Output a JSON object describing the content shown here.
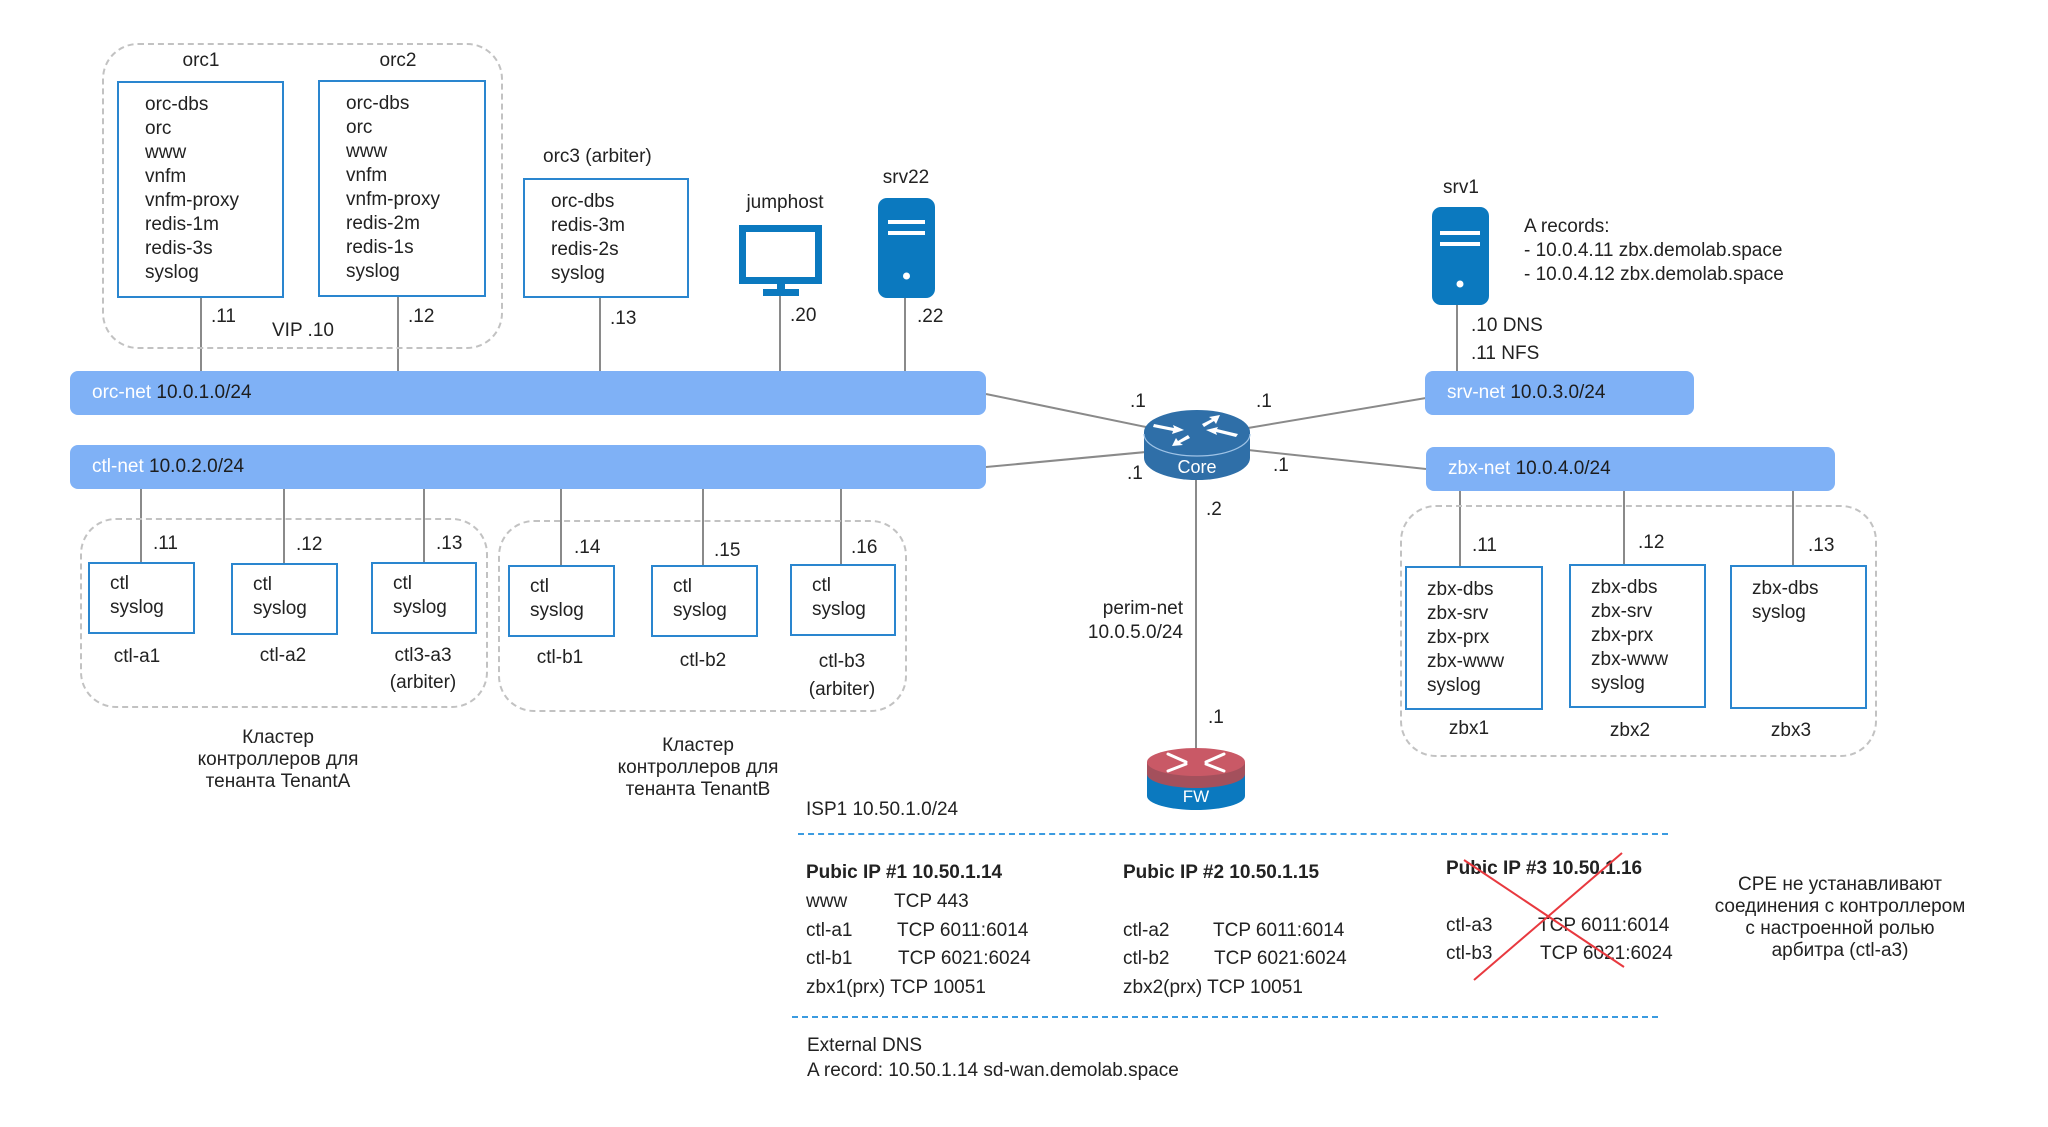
{
  "networks": {
    "orc_net": {
      "name": "orc-net",
      "cidr": "10.0.1.0/24"
    },
    "ctl_net": {
      "name": "ctl-net",
      "cidr": "10.0.2.0/24"
    },
    "srv_net": {
      "name": "srv-net",
      "cidr": "10.0.3.0/24"
    },
    "zbx_net": {
      "name": "zbx-net",
      "cidr": "10.0.4.0/24"
    },
    "perim_net": {
      "name": "perim-net",
      "cidr": "10.0.5.0/24"
    }
  },
  "orc_cluster": {
    "vip": "VIP .10",
    "nodes": [
      {
        "name": "orc1",
        "ip": ".11",
        "services": [
          "orc-dbs",
          "orc",
          "www",
          "vnfm",
          "vnfm-proxy",
          "redis-1m",
          "redis-3s",
          "syslog"
        ]
      },
      {
        "name": "orc2",
        "ip": ".12",
        "services": [
          "orc-dbs",
          "orc",
          "www",
          "vnfm",
          "vnfm-proxy",
          "redis-2m",
          "redis-1s",
          "syslog"
        ]
      }
    ]
  },
  "orc3": {
    "name": "orc3 (arbiter)",
    "ip": ".13",
    "services": [
      "orc-dbs",
      "redis-3m",
      "redis-2s",
      "syslog"
    ]
  },
  "jumphost": {
    "name": "jumphost",
    "ip": ".20",
    "icon": "monitor-icon"
  },
  "srv22": {
    "name": "srv22",
    "ip": ".22",
    "icon": "server-icon"
  },
  "srv1": {
    "name": "srv1",
    "icon": "server-icon",
    "ips": [
      ".10 DNS",
      ".11 NFS"
    ],
    "a_records_title": "A records:",
    "a_records": [
      " - 10.0.4.11 zbx.demolab.space",
      " - 10.0.4.12 zbx.demolab.space"
    ]
  },
  "core": {
    "name": "Core",
    "icon": "router-icon",
    "ip_orc": ".1",
    "ip_ctl": ".1",
    "ip_srv": ".1",
    "ip_zbx": ".1",
    "ip_perim": ".2"
  },
  "fw": {
    "name": "FW",
    "icon": "firewall-icon",
    "ip": ".1"
  },
  "ctl_cluster_a": {
    "caption": [
      "Кластер",
      "контроллеров для",
      "тенанта TenantA"
    ],
    "nodes": [
      {
        "ip": ".11",
        "services": [
          "ctl",
          "syslog"
        ],
        "label": [
          "ctl-a1"
        ]
      },
      {
        "ip": ".12",
        "services": [
          "ctl",
          "syslog"
        ],
        "label": [
          "ctl-a2"
        ]
      },
      {
        "ip": ".13",
        "services": [
          "ctl",
          "syslog"
        ],
        "label": [
          "ctl3-a3",
          "(arbiter)"
        ]
      }
    ]
  },
  "ctl_cluster_b": {
    "caption": [
      "Кластер",
      "контроллеров для",
      "тенанта TenantB"
    ],
    "nodes": [
      {
        "ip": ".14",
        "services": [
          "ctl",
          "syslog"
        ],
        "label": [
          "ctl-b1"
        ]
      },
      {
        "ip": ".15",
        "services": [
          "ctl",
          "syslog"
        ],
        "label": [
          "ctl-b2"
        ]
      },
      {
        "ip": ".16",
        "services": [
          "ctl",
          "syslog"
        ],
        "label": [
          "ctl-b3",
          "(arbiter)"
        ]
      }
    ]
  },
  "zbx_cluster": {
    "nodes": [
      {
        "name": "zbx1",
        "ip": ".11",
        "services": [
          "zbx-dbs",
          "zbx-srv",
          "zbx-prx",
          "zbx-www",
          "syslog"
        ]
      },
      {
        "name": "zbx2",
        "ip": ".12",
        "services": [
          "zbx-dbs",
          "zbx-srv",
          "zbx-prx",
          "zbx-www",
          "syslog"
        ]
      },
      {
        "name": "zbx3",
        "ip": ".13",
        "services": [
          "zbx-dbs",
          "syslog"
        ]
      }
    ]
  },
  "isp": {
    "title": "ISP1 10.50.1.0/24",
    "public_ips": [
      {
        "title": "Pubic IP #1 10.50.1.14",
        "crossed": false,
        "rows": [
          [
            "www",
            "TCP 443"
          ],
          [
            "ctl-a1",
            "TCP 6011:6014"
          ],
          [
            "ctl-b1",
            "TCP 6021:6024"
          ],
          [
            "zbx1(prx) TCP 10051",
            ""
          ]
        ]
      },
      {
        "title": "Pubic IP #2 10.50.1.15",
        "crossed": false,
        "rows": [
          [
            "",
            ""
          ],
          [
            "ctl-a2",
            "TCP 6011:6014"
          ],
          [
            "ctl-b2",
            "TCP 6021:6024"
          ],
          [
            "zbx2(prx) TCP 10051",
            ""
          ]
        ]
      },
      {
        "title": "Pubic IP #3 10.50.1.16",
        "crossed": true,
        "rows": [
          [
            "ctl-a3",
            "TCP 6011:6014"
          ],
          [
            "ctl-b3",
            "TCP 6021:6024"
          ]
        ]
      }
    ],
    "note": [
      "CPE не устанавливают",
      "соединения с контроллером",
      "с настроенной ролью",
      "арбитра (ctl-a3)"
    ]
  },
  "external_dns": {
    "title": "External DNS",
    "record": "A record: 10.50.1.14 sd-wan.demolab.space"
  },
  "colors": {
    "network_bar": "#7fb1f6",
    "node_border": "#2a86cf",
    "device_blue": "#0b79bf",
    "router_blue": "#2f6fa8",
    "firewall_red": "#c94f5e",
    "cross_red": "#e8393f",
    "separator_blue": "#3b9be0"
  }
}
